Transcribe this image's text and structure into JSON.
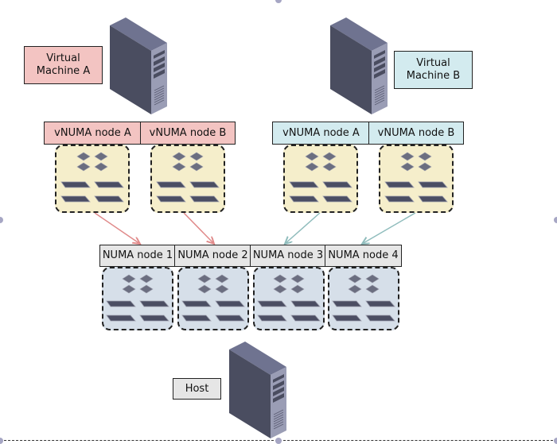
{
  "colors": {
    "vm_a": "#f3c4c2",
    "vm_b": "#d3ebef",
    "host": "#e6e6e6",
    "vnuma_resource_bg": "#f5eecb",
    "numa_resource_bg": "#d6dfe9",
    "arrow_a": "#e08a8a",
    "arrow_b": "#8fbcbc"
  },
  "vm_a": {
    "title": "Virtual Machine A",
    "title_line1": "Virtual",
    "title_line2": "Machine A",
    "vnuma_nodes": [
      "vNUMA node A",
      "vNUMA node B"
    ]
  },
  "vm_b": {
    "title": "Virtual Machine B",
    "title_line1": "Virtual",
    "title_line2": "Machine B",
    "vnuma_nodes": [
      "vNUMA node A",
      "vNUMA node B"
    ]
  },
  "host": {
    "label": "Host",
    "numa_nodes": [
      "NUMA node 1",
      "NUMA node 2",
      "NUMA node 3",
      "NUMA node 4"
    ]
  },
  "mappings": [
    {
      "from": "VM A / vNUMA node A",
      "to": "NUMA node 1"
    },
    {
      "from": "VM A / vNUMA node B",
      "to": "NUMA node 2"
    },
    {
      "from": "VM B / vNUMA node A",
      "to": "NUMA node 3"
    },
    {
      "from": "VM B / vNUMA node B",
      "to": "NUMA node 4"
    }
  ],
  "resource_icons": [
    "cpu-chip-icon",
    "memory-module-icon"
  ]
}
